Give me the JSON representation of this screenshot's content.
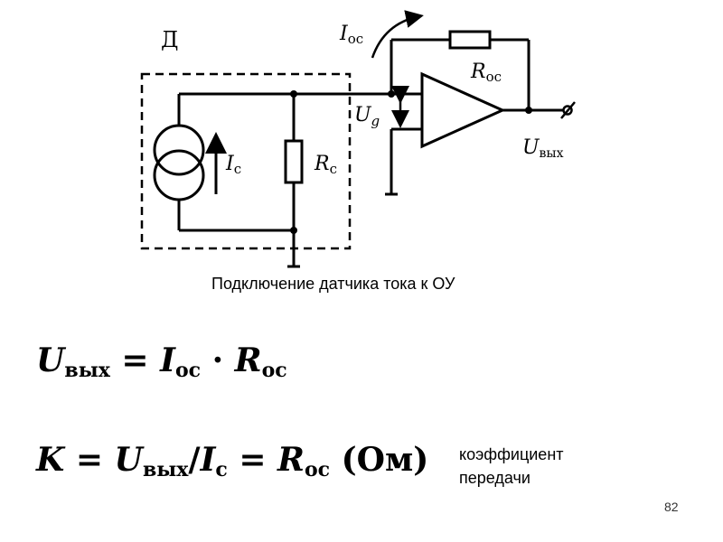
{
  "diagram": {
    "sensor_label": "Д",
    "i_fb_main": "I",
    "i_fb_sub": "ос",
    "r_fb_main": "R",
    "r_fb_sub": "ос",
    "ug_main": "U",
    "ug_sub": "g",
    "uout_main": "U",
    "uout_sub": "вых",
    "ic_main": "I",
    "ic_sub": "с",
    "rc_main": "R",
    "rc_sub": "с"
  },
  "caption": "Подключение датчика тока к ОУ",
  "formula1": {
    "u": "U",
    "u_sub": "вых",
    "eq": " = ",
    "i": "I",
    "i_sub": "ос",
    "dot": " · ",
    "r": "R",
    "r_sub": "ос"
  },
  "formula2": {
    "k": "K",
    "eq1": " = ",
    "u": "U",
    "u_sub": "вых",
    "slash": "/",
    "i": "I",
    "i_sub": "с",
    "eq2": " = ",
    "r": "R",
    "r_sub": "ос",
    "unit": " (Ом)"
  },
  "note": {
    "line1": "коэффициент",
    "line2": "передачи"
  },
  "page_number": "82"
}
